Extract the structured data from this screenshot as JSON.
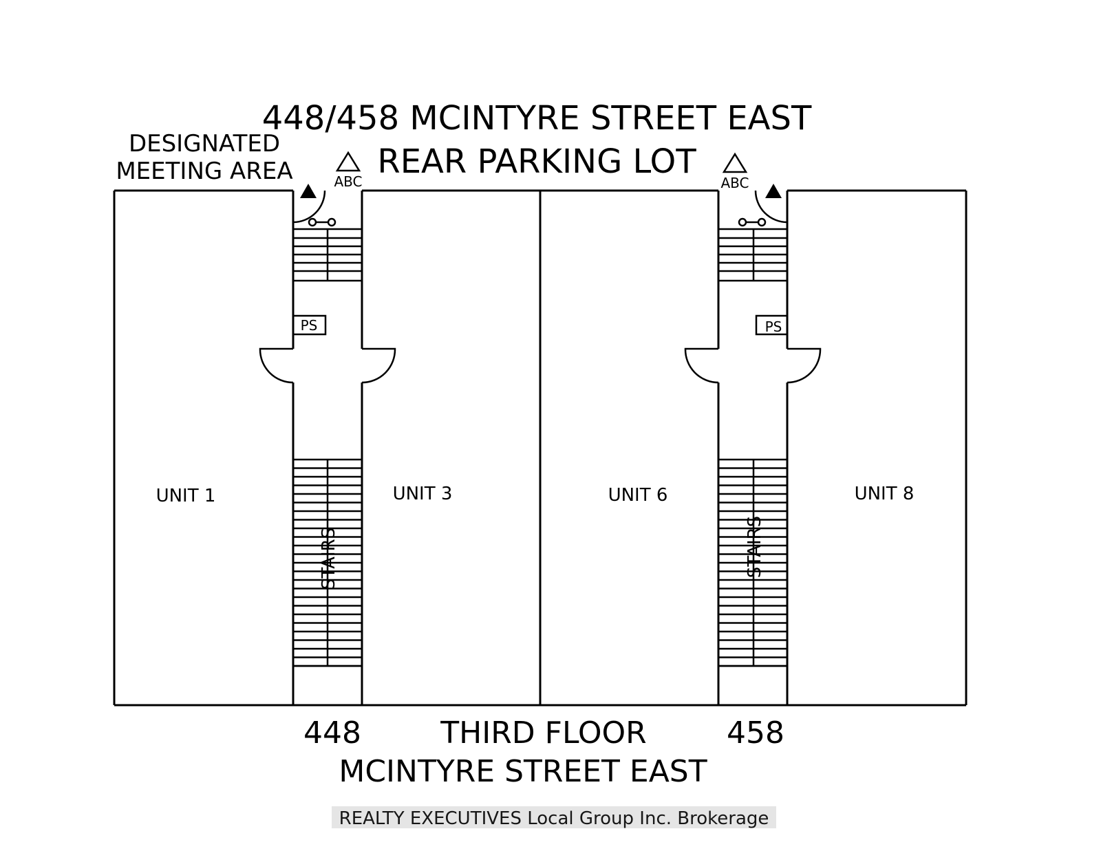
{
  "header": {
    "address": "448/458 MCINTYRE STREET EAST",
    "rear_lot": "REAR PARKING LOT",
    "meeting_area_line1": "DESIGNATED",
    "meeting_area_line2": "MEETING AREA"
  },
  "symbols": {
    "extinguisher_label_left": "ABC",
    "extinguisher_label_right": "ABC",
    "panel_left": "PS",
    "panel_right": "PS"
  },
  "units": {
    "unit1": "UNIT 1",
    "unit3": "UNIT 3",
    "unit6": "UNIT 6",
    "unit8": "UNIT 8"
  },
  "stairs": {
    "left": "STAIRS",
    "right": "STAIRS"
  },
  "footer": {
    "number_left": "448",
    "floor": "THIRD FLOOR",
    "number_right": "458",
    "street": "MCINTYRE STREET EAST",
    "watermark": "REALTY EXECUTIVES Local Group Inc. Brokerage"
  }
}
